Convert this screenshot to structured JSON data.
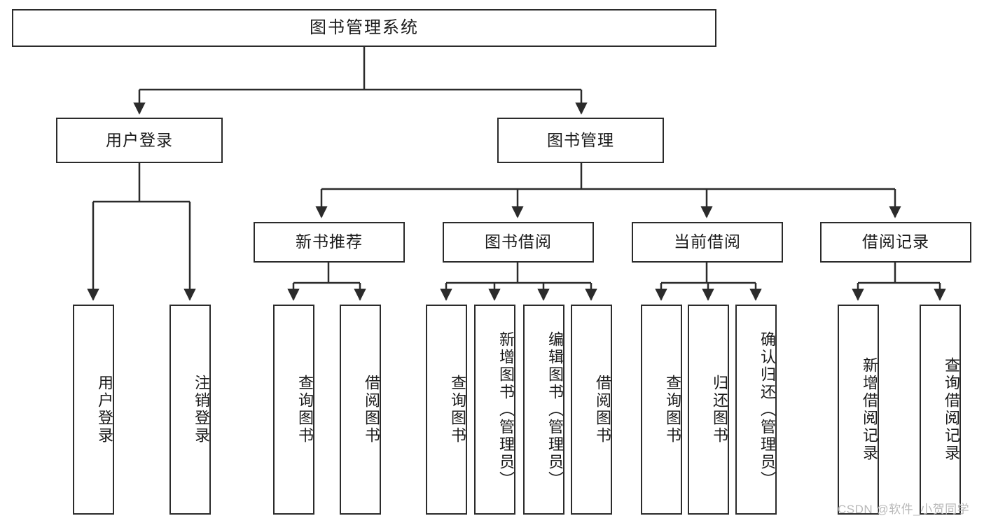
{
  "diagram": {
    "type": "hierarchy-tree",
    "title": "图书管理系统",
    "watermark": "CSDN @软件_小贺同学",
    "levels": {
      "root": "图书管理系统",
      "level2": [
        "用户登录",
        "图书管理"
      ],
      "level3": [
        "新书推荐",
        "图书借阅",
        "当前借阅",
        "借阅记录"
      ]
    },
    "nodes": {
      "root": {
        "label": "图书管理系统"
      },
      "user_login": {
        "label": "用户登录"
      },
      "book_manage": {
        "label": "图书管理"
      },
      "new_book_rec": {
        "label": "新书推荐"
      },
      "book_borrow": {
        "label": "图书借阅"
      },
      "current_borrow": {
        "label": "当前借阅"
      },
      "borrow_record": {
        "label": "借阅记录"
      },
      "leaf_user_login": {
        "label": "用户登录"
      },
      "leaf_logout": {
        "label": "注销登录"
      },
      "leaf_query_book_1": {
        "label": "查询图书"
      },
      "leaf_borrow_book_1": {
        "label": "借阅图书"
      },
      "leaf_query_book_2": {
        "label": "查询图书"
      },
      "leaf_add_book": {
        "label": "新增图书（管理员）"
      },
      "leaf_edit_book": {
        "label": "编辑图书（管理员）"
      },
      "leaf_borrow_book_2": {
        "label": "借阅图书"
      },
      "leaf_query_book_3": {
        "label": "查询图书"
      },
      "leaf_return_book": {
        "label": "归还图书"
      },
      "leaf_confirm_return": {
        "label": "确认归还（管理员）"
      },
      "leaf_add_record": {
        "label": "新增借阅记录"
      },
      "leaf_query_record": {
        "label": "查询借阅记录"
      }
    },
    "colors": {
      "stroke": "#2b2b2b",
      "fill": "#ffffff",
      "text": "#1a1a1a",
      "watermark": "#b9b9b9"
    }
  }
}
